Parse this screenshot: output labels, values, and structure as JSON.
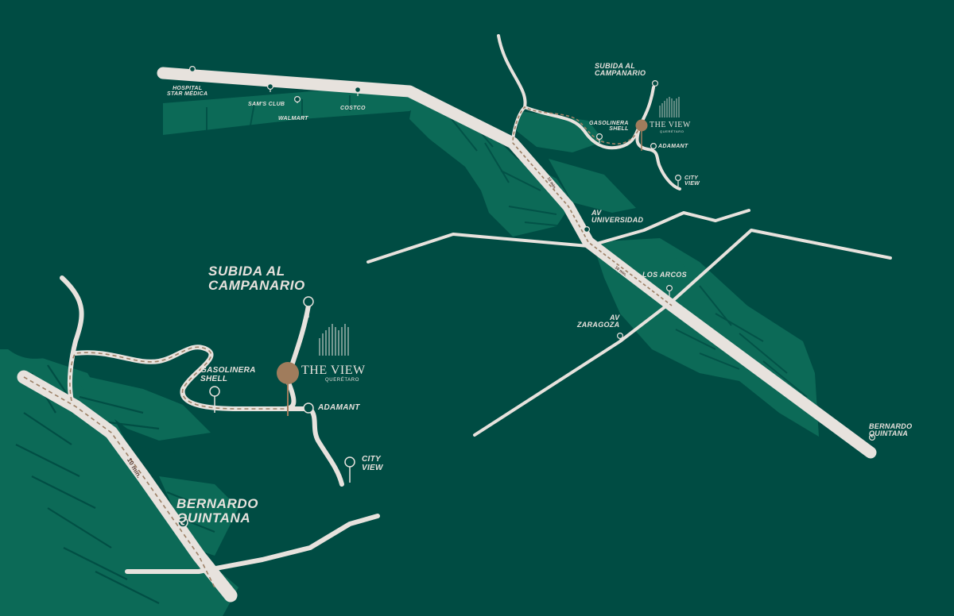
{
  "colors": {
    "background": "#004c43",
    "urban_blocks": "#0c6a57",
    "roads": "#e7e2dd",
    "route_dash": "#9c8066",
    "pin_marker": "#a07c5c",
    "text": "#e7e2dd"
  },
  "brand": {
    "name": "THE VIEW",
    "city": "QUERÉTARO"
  },
  "travel_time": "10 min.",
  "overview_map": {
    "landmarks": {
      "hospital": "HOSPITAL\nSTAR MÉDICA",
      "sams_club": "SAM'S CLUB",
      "walmart": "WALMART",
      "costco": "COSTCO",
      "subida_campanario": "SUBIDA AL\nCAMPANARIO",
      "gasolinera_shell": "GASOLINERA\nSHELL",
      "adamant": "ADAMANT",
      "city_view": "CITY\nVIEW",
      "av_universidad": "AV\nUNIVERSIDAD",
      "los_arcos": "LOS ARCOS",
      "av_zaragoza": "AV\nZARAGOZA",
      "bernardo_quintana": "BERNARDO\nQUINTANA"
    }
  },
  "detail_map": {
    "landmarks": {
      "subida_campanario": "SUBIDA AL\nCAMPANARIO",
      "gasolinera_shell": "GASOLINERA\nSHELL",
      "adamant": "ADAMANT",
      "city_view": "CITY\nVIEW",
      "bernardo_quintana": "BERNARDO\nQUINTANA"
    }
  }
}
